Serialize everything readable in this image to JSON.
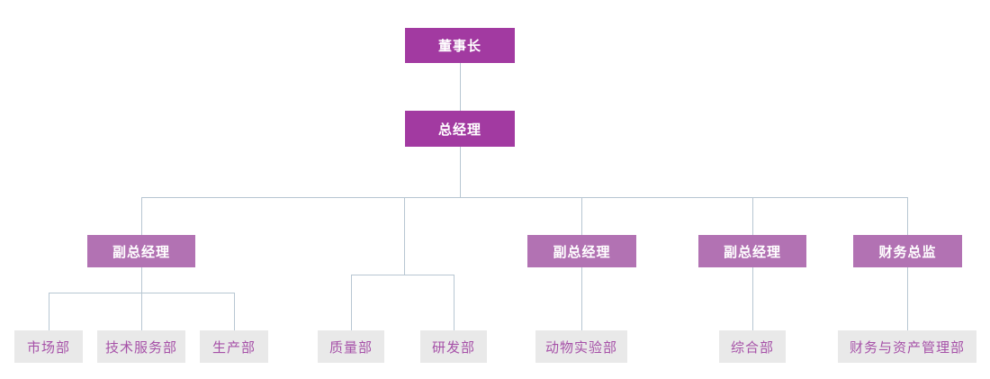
{
  "org_chart": {
    "nodes": [
      {
        "id": "chairman",
        "label": "董事长",
        "level": 1
      },
      {
        "id": "general-manager",
        "label": "总经理",
        "level": 2
      },
      {
        "id": "deputy-gm-1",
        "label": "副总经理",
        "level": 3
      },
      {
        "id": "deputy-gm-2",
        "label": "副总经理",
        "level": 3
      },
      {
        "id": "deputy-gm-3",
        "label": "副总经理",
        "level": 3
      },
      {
        "id": "finance-director",
        "label": "财务总监",
        "level": 3
      },
      {
        "id": "dept-market",
        "label": "市场部",
        "level": 4
      },
      {
        "id": "dept-tech-service",
        "label": "技术服务部",
        "level": 4
      },
      {
        "id": "dept-production",
        "label": "生产部",
        "level": 4
      },
      {
        "id": "dept-quality",
        "label": "质量部",
        "level": 4
      },
      {
        "id": "dept-rd",
        "label": "研发部",
        "level": 4
      },
      {
        "id": "dept-animal-lab",
        "label": "动物实验部",
        "level": 4
      },
      {
        "id": "dept-general",
        "label": "综合部",
        "level": 4
      },
      {
        "id": "dept-finance-asset",
        "label": "财务与资产管理部",
        "level": 4
      }
    ],
    "colors": {
      "primary": "#a23aa1",
      "secondary": "#b272b3",
      "dept_bg": "#e9e9e9",
      "dept_text": "#a651a8",
      "line": "#b7c6d2",
      "text_on_purple": "#ffffff",
      "page_bg": "#ffffff"
    }
  }
}
